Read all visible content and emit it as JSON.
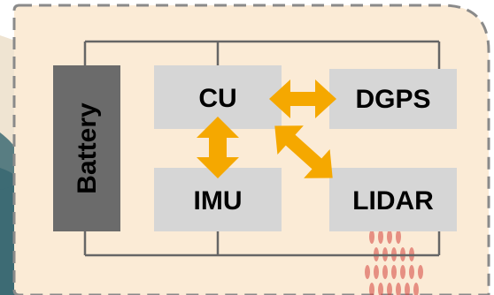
{
  "diagram": {
    "blocks": {
      "battery": {
        "label": "Battery"
      },
      "cu": {
        "label": "CU"
      },
      "dgps": {
        "label": "DGPS"
      },
      "imu": {
        "label": "IMU"
      },
      "lidar": {
        "label": "LIDAR"
      }
    },
    "connections": [
      {
        "from": "cu",
        "to": "dgps",
        "type": "bidirectional"
      },
      {
        "from": "cu",
        "to": "imu",
        "type": "bidirectional"
      },
      {
        "from": "cu",
        "to": "lidar",
        "type": "bidirectional"
      }
    ]
  },
  "colors": {
    "panel_fill": "#fbebd6",
    "panel_border": "#8a8a8a",
    "block_fill": "#d6d6d6",
    "battery_fill": "#6b6b6b",
    "arrow_fill": "#f5a800",
    "wire_color": "#666666",
    "dots_color": "#d5453f",
    "bg_teal": "#3d6b74",
    "bg_beige": "#efe4d2"
  }
}
